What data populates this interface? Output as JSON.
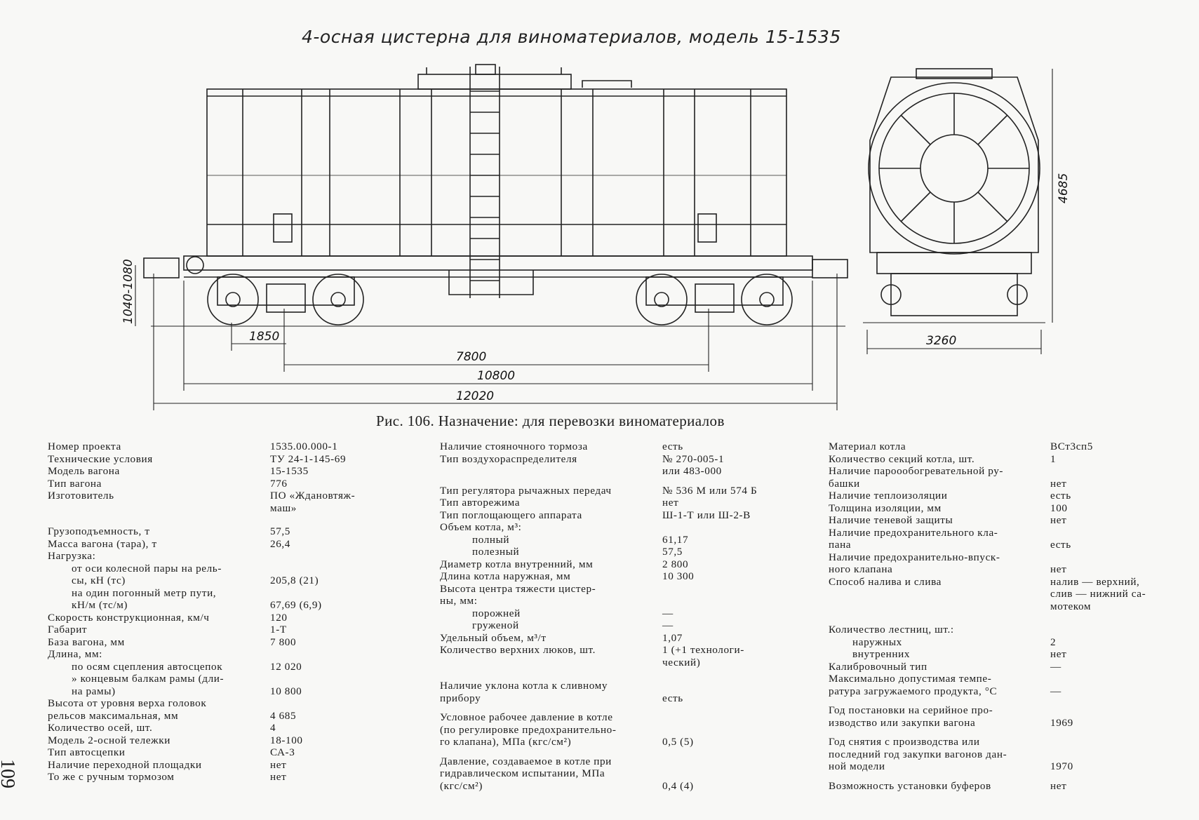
{
  "drawing_title": "4-осная цистерна для виноматериалов, модель 15-1535",
  "dimensions": {
    "d1850": "1850",
    "d7800": "7800",
    "d10800": "10800",
    "d12020": "12020",
    "d1040": "1040-1080",
    "d4685": "4685",
    "d3260": "3260"
  },
  "caption": "Рис. 106. Назначение: для перевозки виноматериалов",
  "page_number": "109",
  "col1": [
    {
      "l": "Номер проекта",
      "v": "1535.00.000-1"
    },
    {
      "l": "Технические условия",
      "v": "ТУ 24-1-145-69"
    },
    {
      "l": "Модель вагона",
      "v": "15-1535"
    },
    {
      "l": "Тип вагона",
      "v": "776"
    },
    {
      "l": "Изготовитель",
      "v": "ПО «Ждановтяж-"
    },
    {
      "l": "",
      "v": "маш»"
    },
    {
      "l": "Грузоподъемность, т",
      "v": "57,5"
    },
    {
      "l": "Масса вагона (тара), т",
      "v": "26,4"
    },
    {
      "l": "Нагрузка:",
      "v": ""
    },
    {
      "l": "от оси колесной пары на рель-",
      "v": ""
    },
    {
      "l": "сы, кН (тс)",
      "v": "205,8 (21)"
    },
    {
      "l": "на один погонный метр пути,",
      "v": ""
    },
    {
      "l": "кН/м (тс/м)",
      "v": "67,69 (6,9)"
    },
    {
      "l": "Скорость конструкционная, км/ч",
      "v": "120"
    },
    {
      "l": "Габарит",
      "v": "1-Т"
    },
    {
      "l": "База вагона, мм",
      "v": "7 800"
    },
    {
      "l": "Длина, мм:",
      "v": ""
    },
    {
      "l": "по осям сцепления автосцепок",
      "v": "12 020"
    },
    {
      "l": "» концевым балкам рамы (дли-",
      "v": ""
    },
    {
      "l": "на рамы)",
      "v": "10 800"
    },
    {
      "l": "Высота от уровня верха головок",
      "v": ""
    },
    {
      "l": "рельсов максимальная, мм",
      "v": "4 685"
    },
    {
      "l": "Количество осей, шт.",
      "v": "4"
    },
    {
      "l": "Модель 2-осной тележки",
      "v": "18-100"
    },
    {
      "l": "Тип автосцепки",
      "v": "СА-3"
    },
    {
      "l": "Наличие переходной площадки",
      "v": "нет"
    },
    {
      "l": "То же с ручным тормозом",
      "v": "нет"
    }
  ],
  "col2": [
    {
      "l": "Наличие стояночного тормоза",
      "v": "есть"
    },
    {
      "l": "Тип воздухораспределителя",
      "v": "№ 270-005-1"
    },
    {
      "l": "",
      "v": "или 483-000"
    },
    {
      "l": "Тип регулятора рычажных передач",
      "v": "№ 536 М или 574 Б"
    },
    {
      "l": "Тип авторежима",
      "v": "нет"
    },
    {
      "l": "Тип поглощающего аппарата",
      "v": "Ш-1-Т или Ш-2-В"
    },
    {
      "l": "Объем котла, м³:",
      "v": ""
    },
    {
      "l": "полный",
      "v": "61,17"
    },
    {
      "l": "полезный",
      "v": "57,5"
    },
    {
      "l": "Диаметр котла внутренний, мм",
      "v": "2 800"
    },
    {
      "l": "Длина котла наружная, мм",
      "v": "10 300"
    },
    {
      "l": "Высота центра тяжести цистер-",
      "v": ""
    },
    {
      "l": "ны, мм:",
      "v": ""
    },
    {
      "l": "порожней",
      "v": "—"
    },
    {
      "l": "груженой",
      "v": "—"
    },
    {
      "l": "Удельный объем, м³/т",
      "v": "1,07"
    },
    {
      "l": "Количество верхних люков, шт.",
      "v": "1 (+1 технологи-"
    },
    {
      "l": "",
      "v": "ческий)"
    },
    {
      "l": "Наличие уклона котла к сливному",
      "v": ""
    },
    {
      "l": "прибору",
      "v": "есть"
    },
    {
      "l": "Условное рабочее давление в котле",
      "v": ""
    },
    {
      "l": "(по регулировке предохранительно-",
      "v": ""
    },
    {
      "l": "го клапана), МПа (кгс/см²)",
      "v": "0,5 (5)"
    },
    {
      "l": "Давление, создаваемое в котле при",
      "v": ""
    },
    {
      "l": "гидравлическом испытании, МПа",
      "v": ""
    },
    {
      "l": "(кгс/см²)",
      "v": "0,4 (4)"
    }
  ],
  "col3": [
    {
      "l": "Материал котла",
      "v": "ВСт3сп5"
    },
    {
      "l": "Количество секций котла, шт.",
      "v": "1"
    },
    {
      "l": "Наличие пароообогревательной ру-",
      "v": ""
    },
    {
      "l": "башки",
      "v": "нет"
    },
    {
      "l": "Наличие теплоизоляции",
      "v": "есть"
    },
    {
      "l": "Толщина изоляции, мм",
      "v": "100"
    },
    {
      "l": "Наличие теневой защиты",
      "v": "нет"
    },
    {
      "l": "Наличие предохранительного кла-",
      "v": ""
    },
    {
      "l": "пана",
      "v": "есть"
    },
    {
      "l": "Наличие предохранительно-впуск-",
      "v": ""
    },
    {
      "l": "ного клапана",
      "v": "нет"
    },
    {
      "l": "Способ налива и слива",
      "v": "налив — верхний,"
    },
    {
      "l": "",
      "v": "слив — нижний са-"
    },
    {
      "l": "",
      "v": "мотеком"
    },
    {
      "l": "Количество лестниц, шт.:",
      "v": ""
    },
    {
      "l": "наружных",
      "v": "2"
    },
    {
      "l": "внутренних",
      "v": "нет"
    },
    {
      "l": "Калибровочный тип",
      "v": "—"
    },
    {
      "l": "Максимально допустимая темпе-",
      "v": ""
    },
    {
      "l": "ратура загружаемого продукта, °С",
      "v": "—"
    },
    {
      "l": "Год постановки на серийное про-",
      "v": ""
    },
    {
      "l": "изводство или закупки вагона",
      "v": "1969"
    },
    {
      "l": "Год снятия с производства или",
      "v": ""
    },
    {
      "l": "последний год закупки вагонов дан-",
      "v": ""
    },
    {
      "l": "ной модели",
      "v": "1970"
    },
    {
      "l": "Возможность установки буферов",
      "v": "нет"
    }
  ]
}
